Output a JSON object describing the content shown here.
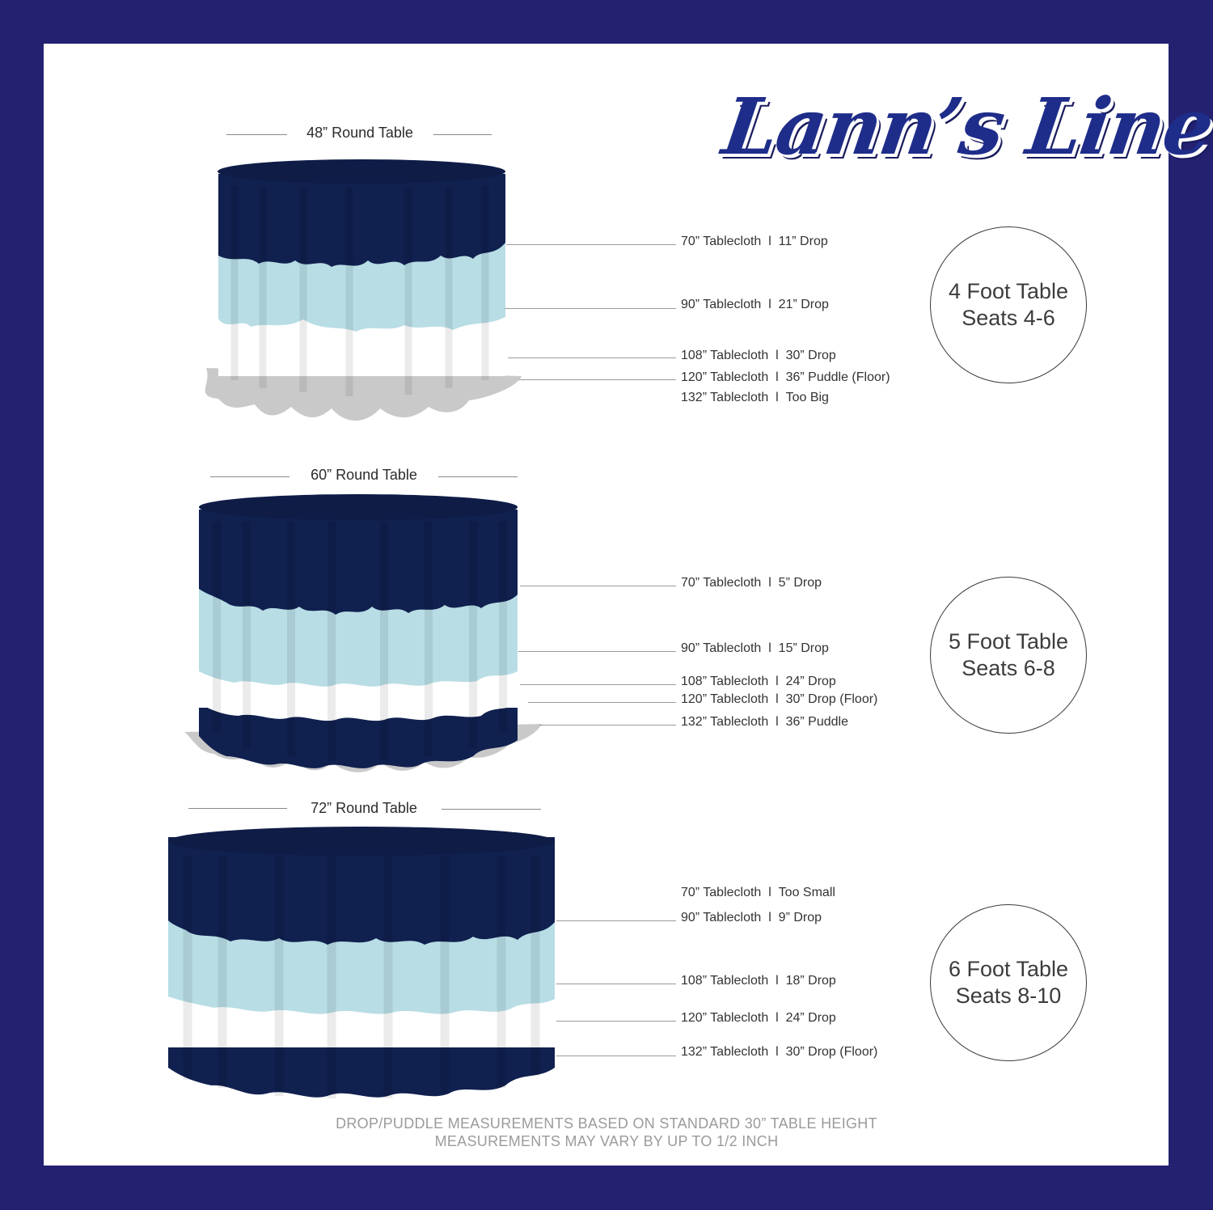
{
  "brand": {
    "name": "Lann’s Linens"
  },
  "colors": {
    "navy": "#10204f",
    "light_blue": "#b8dde5",
    "white": "#ffffff",
    "puddle": "#c9c9c9",
    "frame": "#232170"
  },
  "tables": [
    {
      "title": "48” Round Table",
      "circle": {
        "line1": "4 Foot Table",
        "line2": "Seats 4-6"
      },
      "measurements": [
        {
          "size": "70” Tablecloth",
          "sep": "l",
          "result": "11” Drop"
        },
        {
          "size": "90” Tablecloth",
          "sep": "l",
          "result": "21” Drop"
        },
        {
          "size": "108” Tablecloth",
          "sep": "l",
          "result": "30” Drop"
        },
        {
          "size": "120” Tablecloth",
          "sep": "l",
          "result": "36” Puddle  (Floor)"
        },
        {
          "size": "132” Tablecloth",
          "sep": "l",
          "result": "Too Big"
        }
      ]
    },
    {
      "title": "60” Round Table",
      "circle": {
        "line1": "5 Foot Table",
        "line2": "Seats 6-8"
      },
      "measurements": [
        {
          "size": "70” Tablecloth",
          "sep": "l",
          "result": "5” Drop"
        },
        {
          "size": "90” Tablecloth",
          "sep": "l",
          "result": "15” Drop"
        },
        {
          "size": "108” Tablecloth",
          "sep": "l",
          "result": "24” Drop"
        },
        {
          "size": "120” Tablecloth",
          "sep": "l",
          "result": "30” Drop  (Floor)"
        },
        {
          "size": "132” Tablecloth",
          "sep": "l",
          "result": "36” Puddle"
        }
      ]
    },
    {
      "title": "72” Round Table",
      "circle": {
        "line1": "6 Foot Table",
        "line2": "Seats 8-10"
      },
      "measurements": [
        {
          "size": "70” Tablecloth",
          "sep": "l",
          "result": "Too Small"
        },
        {
          "size": "90” Tablecloth",
          "sep": "l",
          "result": "9” Drop"
        },
        {
          "size": "108” Tablecloth",
          "sep": "l",
          "result": "18” Drop"
        },
        {
          "size": "120” Tablecloth",
          "sep": "l",
          "result": "24” Drop"
        },
        {
          "size": "132” Tablecloth",
          "sep": "l",
          "result": "30” Drop  (Floor)"
        }
      ]
    }
  ],
  "footnote": {
    "line1": "DROP/PUDDLE MEASUREMENTS BASED ON STANDARD 30” TABLE HEIGHT",
    "line2": "MEASUREMENTS MAY VARY BY UP TO 1/2 INCH"
  }
}
